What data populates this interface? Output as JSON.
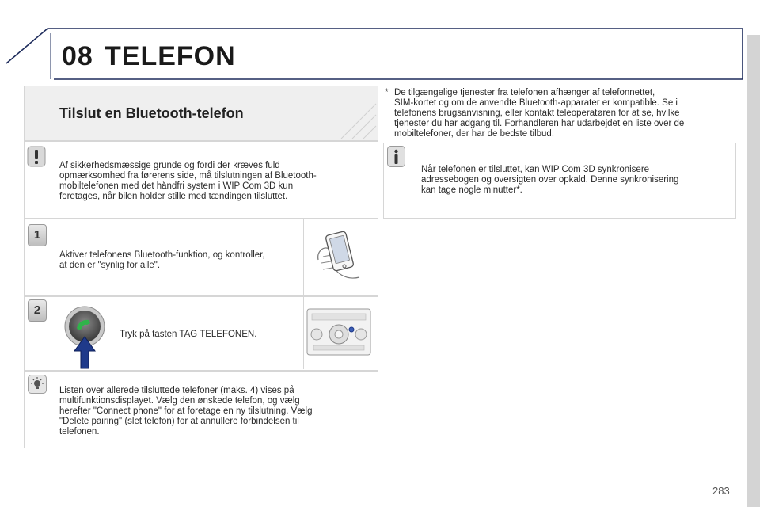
{
  "header": {
    "chapter_number": "08",
    "chapter_title": "TELEFON"
  },
  "section": {
    "title": "Tilslut en Bluetooth-telefon"
  },
  "footnote": {
    "marker": "*",
    "lines": [
      "De tilgængelige tjenester fra telefonen afhænger af telefonnettet,",
      "SIM-kortet og om de anvendte Bluetooth-apparater er kompatible. Se i",
      "telefonens brugsanvisning, eller kontakt teleoperatøren for at se, hvilke",
      "tjenester du har adgang til. Forhandleren har udarbejdet en liste over de",
      "mobiltelefoner, der har de bedste tilbud."
    ]
  },
  "warning": {
    "icon": "warning-exclamation-icon",
    "lines": [
      "Af sikkerhedsmæssige grunde og fordi der kræves fuld",
      "opmærksomhed fra førerens side, må tilslutningen af Bluetooth-",
      "mobiltelefonen med det håndfri system i WIP Com 3D kun",
      "foretages, når bilen holder stille med tændingen tilsluttet."
    ]
  },
  "step1": {
    "number": "1",
    "lines": [
      "Aktiver telefonens Bluetooth-funktion, og kontroller,",
      "at den er \"synlig for alle\"."
    ]
  },
  "step2": {
    "number": "2",
    "text": "Tryk på tasten TAG TELEFONEN."
  },
  "tip": {
    "icon": "tip-lightbulb-icon",
    "lines": [
      "Listen over allerede tilsluttede telefoner (maks. 4) vises på",
      "multifunktionsdisplayet. Vælg den ønskede telefon, og vælg",
      "herefter \"Connect phone\" for at foretage en ny tilslutning. Vælg",
      "\"Delete pairing\" (slet telefon) for at annullere forbindelsen til",
      "telefonen."
    ]
  },
  "info": {
    "icon": "info-icon",
    "lines": [
      "Når telefonen er tilsluttet, kan WIP Com 3D synkronisere",
      "adressebogen og oversigten over opkald. Denne synkronisering",
      "kan tage nogle minutter*."
    ]
  },
  "page_number": "283"
}
